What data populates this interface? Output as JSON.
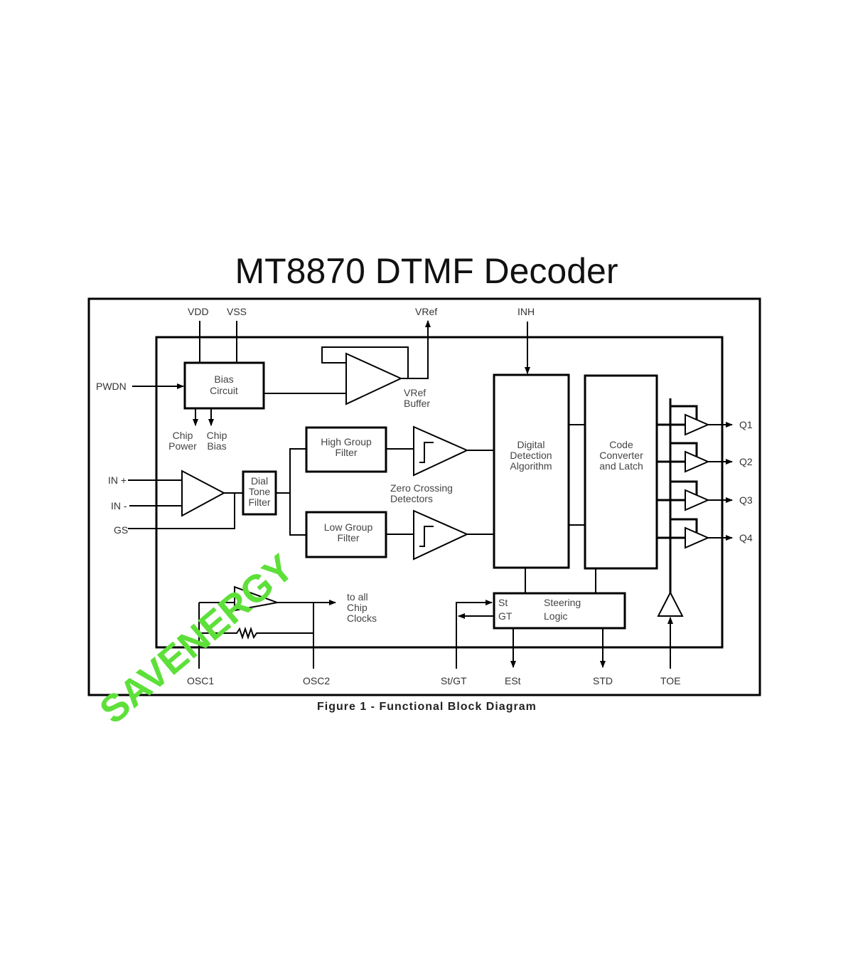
{
  "title": "MT8870 DTMF Decoder",
  "caption": "Figure 1 - Functional Block Diagram",
  "watermark": "SAVENERGY",
  "colors": {
    "line": "#000000",
    "text": "#333333",
    "watermark": "#5ee03a"
  },
  "pins": {
    "vdd": "VDD",
    "vss": "VSS",
    "vref": "VRef",
    "inh": "INH",
    "pwdn": "PWDN",
    "in_plus": "IN +",
    "in_minus": "IN -",
    "gs": "GS",
    "osc1": "OSC1",
    "osc2": "OSC2",
    "st_gt": "St/GT",
    "est": "ESt",
    "std": "STD",
    "toe": "TOE",
    "q1": "Q1",
    "q2": "Q2",
    "q3": "Q3",
    "q4": "Q4"
  },
  "blocks": {
    "bias": [
      "Bias",
      "Circuit"
    ],
    "vref_buffer": [
      "VRef",
      "Buffer"
    ],
    "chip_power": [
      "Chip",
      "Power"
    ],
    "chip_bias": [
      "Chip",
      "Bias"
    ],
    "high_group": [
      "High Group",
      "Filter"
    ],
    "low_group": [
      "Low Group",
      "Filter"
    ],
    "dial_tone": [
      "Dial",
      "Tone",
      "Filter"
    ],
    "zero_crossing": [
      "Zero Crossing",
      "Detectors"
    ],
    "digital_detection": [
      "Digital",
      "Detection",
      "Algorithm"
    ],
    "code_converter": [
      "Code",
      "Converter",
      "and Latch"
    ],
    "steering": {
      "st": "St",
      "gt": "GT",
      "label1": "Steering",
      "label2": "Logic"
    },
    "clocks": [
      "to all",
      "Chip",
      "Clocks"
    ]
  }
}
